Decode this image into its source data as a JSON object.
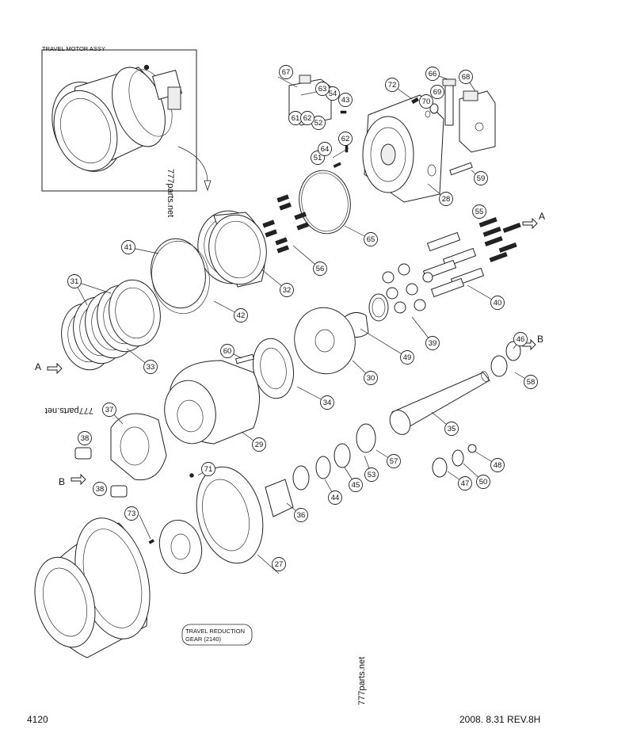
{
  "inset_title": "TRAVEL MOTOR ASSY",
  "reduction_label_line1": "TRAVEL REDUCTION",
  "reduction_label_line2": "GEAR (2140)",
  "watermark": "777parts.net",
  "page_number": "4120",
  "revision": "2008.  8.31  REV.8H",
  "view_markers": [
    "A",
    "A",
    "B",
    "B"
  ],
  "callouts": [
    "27",
    "28",
    "29",
    "30",
    "31",
    "32",
    "33",
    "34",
    "35",
    "36",
    "37",
    "38",
    "38",
    "39",
    "40",
    "41",
    "42",
    "43",
    "44",
    "45",
    "46",
    "47",
    "48",
    "49",
    "50",
    "51",
    "52",
    "53",
    "54",
    "55",
    "56",
    "57",
    "58",
    "59",
    "60",
    "61",
    "62",
    "62",
    "63",
    "64",
    "65",
    "66",
    "67",
    "68",
    "69",
    "70",
    "71",
    "72",
    "73"
  ]
}
